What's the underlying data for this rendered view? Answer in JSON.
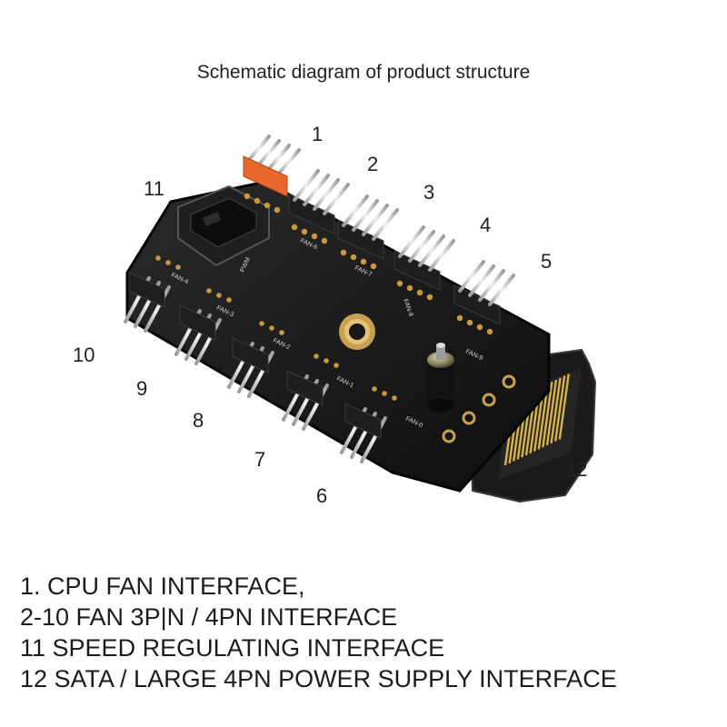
{
  "title": "Schematic diagram of product structure",
  "callouts": [
    "1",
    "2",
    "3",
    "4",
    "5",
    "6",
    "7",
    "8",
    "9",
    "10",
    "11",
    "12"
  ],
  "board_labels": {
    "pwm": "PWM",
    "fan_labels": [
      "FAN-6",
      "FAN-7",
      "FAN-8",
      "FAN-9",
      "FAN-0",
      "FAN-1",
      "FAN-2",
      "FAN-3",
      "FAN-4"
    ]
  },
  "legend": [
    " 1. CPU FAN INTERFACE,",
    " 2-10 FAN 3P|N / 4PN INTERFACE",
    "11 SPEED REGULATING INTERFACE",
    "12 SATA / LARGE 4PN POWER SUPPLY INTERFACE"
  ],
  "colors": {
    "board": "#151515",
    "connector": "#1e1e1e",
    "pin": "#c9c9c9",
    "pad": "#c99a3c",
    "cpu_header": "#e8672c",
    "sata_contact": "#d8b24a",
    "mounting_ring": "#c8a052"
  }
}
